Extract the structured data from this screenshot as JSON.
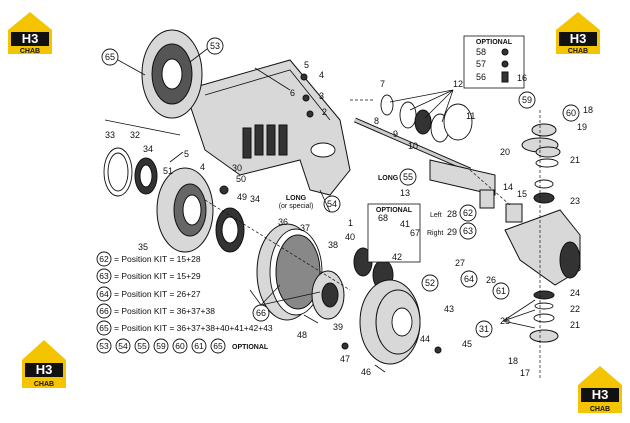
{
  "brand": {
    "logo_top": "H3",
    "logo_bottom": "CHAB"
  },
  "optional_box": {
    "title": "OPTIONAL",
    "items": [
      "58",
      "57",
      "56"
    ]
  },
  "optional_box2": {
    "title": "OPTIONAL",
    "items": [
      "68",
      "41",
      "67",
      "42"
    ]
  },
  "callouts": {
    "long_special": "LONG",
    "long_special_sub": "(or special)",
    "long": "LONG",
    "left": "Left",
    "right": "Right"
  },
  "kits": [
    {
      "circle": "62",
      "text": "= Position KIT = 15+28"
    },
    {
      "circle": "63",
      "text": "= Position KIT = 15+29"
    },
    {
      "circle": "64",
      "text": "= Position KIT = 26+27"
    },
    {
      "circle": "66",
      "text": "= Position KIT = 36+37+38"
    },
    {
      "circle": "65",
      "text": "= Position KIT = 36+37+38+40+41+42+43"
    }
  ],
  "optional_row": {
    "circles": [
      "53",
      "54",
      "55",
      "59",
      "60",
      "61",
      "65"
    ],
    "label": "OPTIONAL"
  },
  "labels": {
    "n1": "1",
    "n2": "2",
    "n3": "3",
    "n4": "4",
    "n4b": "4",
    "n5": "5",
    "n5b": "5",
    "n6": "6",
    "n7": "7",
    "n8": "8",
    "n9": "9",
    "n10": "10",
    "n11": "11",
    "n12": "12",
    "n13": "13",
    "n14": "14",
    "n15": "15",
    "n16": "16",
    "n17": "17",
    "n18": "18",
    "n18b": "18",
    "n19": "19",
    "n20": "20",
    "n21": "21",
    "n21b": "21",
    "n22": "22",
    "n23": "23",
    "n24": "24",
    "n25": "25",
    "n26": "26",
    "n27": "27",
    "n28": "28",
    "n29": "29",
    "n30": "30",
    "n31": "31",
    "n32": "32",
    "n33": "33",
    "n34": "34",
    "n34b": "34",
    "n35": "35",
    "n36": "36",
    "n37": "37",
    "n38": "38",
    "n39": "39",
    "n40": "40",
    "n43": "43",
    "n44": "44",
    "n45": "45",
    "n46": "46",
    "n47": "47",
    "n48": "48",
    "n49": "49",
    "n50": "50",
    "n51": "51"
  },
  "circled": {
    "c65": "65",
    "c53": "53",
    "c54": "54",
    "c55": "55",
    "c59": "59",
    "c60": "60",
    "c62": "62",
    "c63": "63",
    "c64": "64",
    "c61": "61",
    "c52": "52",
    "c31": "31",
    "c66": "66"
  }
}
